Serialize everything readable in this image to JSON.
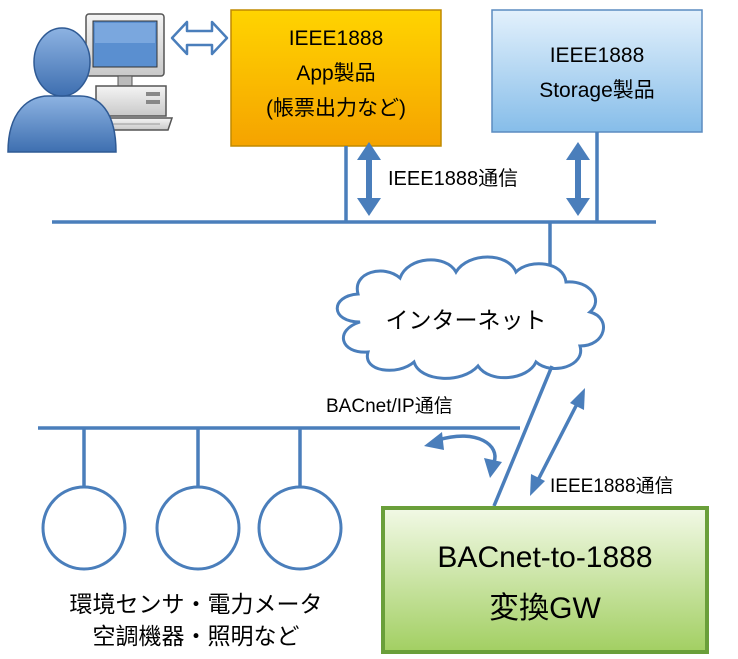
{
  "app_box": {
    "line1": "IEEE1888",
    "line2": "App製品",
    "line3": "(帳票出力など)"
  },
  "storage_box": {
    "line1": "IEEE1888",
    "line2": "Storage製品"
  },
  "top_comm_label": "IEEE1888通信",
  "internet_label": "インターネット",
  "bacnet_comm_label": "BACnet/IP通信",
  "gw_comm_label": "IEEE1888通信",
  "gw_box": {
    "line1": "BACnet-to-1888",
    "line2": "変換GW"
  },
  "devices_label": {
    "line1": "環境センサ・電力メータ",
    "line2": "空調機器・照明など"
  },
  "colors": {
    "line_blue": "#4a7ebb",
    "app_fill_top": "#ffd000",
    "app_fill_bottom": "#f7a800",
    "storage_fill_top": "#dceefb",
    "storage_fill_bottom": "#8fc3ec",
    "gw_fill_top": "#ecf6dc",
    "gw_fill_bottom": "#a8d36a",
    "gw_border": "#6a9f3a"
  }
}
